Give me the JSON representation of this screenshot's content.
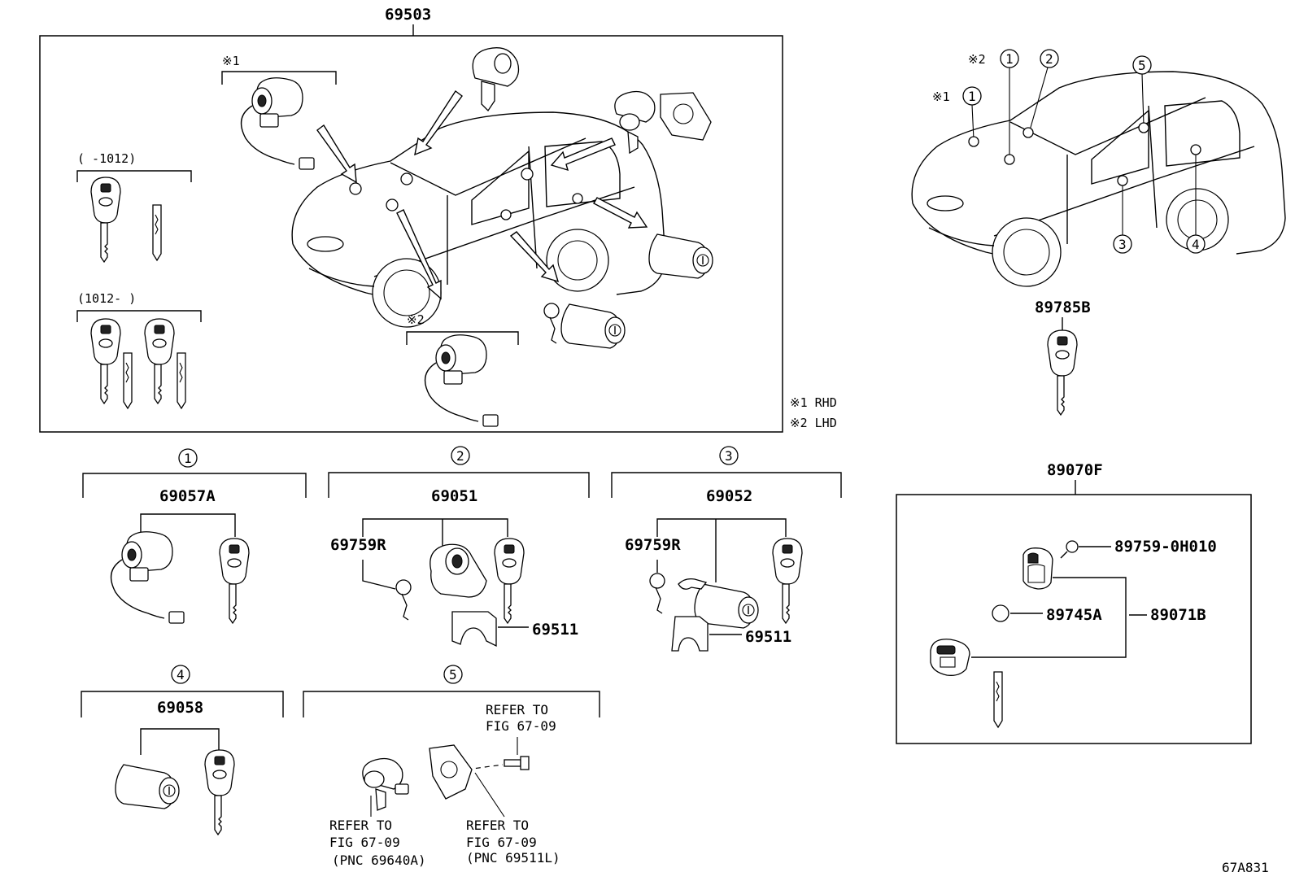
{
  "diagram_code": "67A831",
  "main_assembly": {
    "part_number": "69503",
    "note_rhd_marker": "※1",
    "note_lhd_marker": "※2",
    "range_early": "(    -1012)",
    "range_late": "(1012-    )"
  },
  "legend": {
    "rhd": "※1 RHD",
    "lhd": "※2 LHD"
  },
  "overview": {
    "marker_rhd": "※1",
    "marker_lhd": "※2",
    "callouts": [
      "1",
      "1",
      "2",
      "5",
      "3",
      "4"
    ]
  },
  "key_89785B": "89785B",
  "groups": [
    {
      "circle": "1",
      "part_number": "69057A"
    },
    {
      "circle": "2",
      "part_number": "69051",
      "sub_left": "69759R",
      "sub_right": "69511"
    },
    {
      "circle": "3",
      "part_number": "69052",
      "sub_left": "69759R",
      "sub_right": "69511"
    },
    {
      "circle": "4",
      "part_number": "69058"
    },
    {
      "circle": "5",
      "refer_top_1": "REFER TO",
      "refer_top_2": "FIG 67-09",
      "refer_left_1": "REFER TO",
      "refer_left_2": "FIG 67-09",
      "refer_left_3": "(PNC 69640A)",
      "refer_right_1": "REFER TO",
      "refer_right_2": "FIG 67-09",
      "refer_right_3": "(PNC 69511L)"
    }
  ],
  "transmitter": {
    "part_number": "89070F",
    "screw": "89759-0H010",
    "battery": "89745A",
    "housing": "89071B"
  }
}
